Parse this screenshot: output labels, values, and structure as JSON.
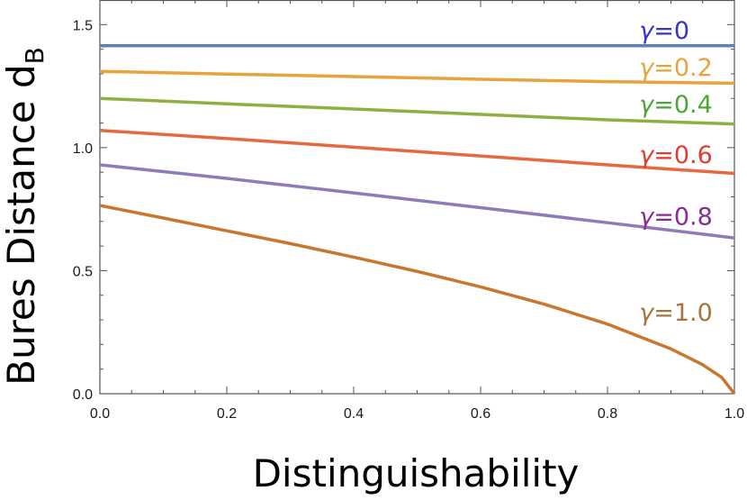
{
  "chart_data": {
    "type": "line",
    "xlabel": "Distinguishability",
    "ylabel": "Bures Distance d",
    "ylabel_sub": "B",
    "xlim": [
      0,
      1
    ],
    "ylim": [
      0,
      1.6
    ],
    "xticks": [
      0.0,
      0.2,
      0.4,
      0.6,
      0.8,
      1.0
    ],
    "xtick_labels": [
      "0.0",
      "0.2",
      "0.4",
      "0.6",
      "0.8",
      "1.0"
    ],
    "yticks": [
      0.0,
      0.5,
      1.0,
      1.5
    ],
    "ytick_labels": [
      "0.0",
      "0.5",
      "1.0",
      "1.5"
    ],
    "grid": false,
    "series": [
      {
        "name": "γ=0",
        "label_prefix": "γ",
        "label_value": "=0",
        "color": "#5b7fbf",
        "label_color": "#3535c8",
        "label_at": [
          0.85,
          1.475
        ],
        "x": [
          0.0,
          0.2,
          0.4,
          0.6,
          0.8,
          1.0
        ],
        "y": [
          1.414,
          1.414,
          1.414,
          1.414,
          1.414,
          1.414
        ]
      },
      {
        "name": "γ=0.2",
        "label_prefix": "γ",
        "label_value": "=0.2",
        "color": "#e8a33c",
        "label_color": "#e8a33c",
        "label_at": [
          0.85,
          1.325
        ],
        "x": [
          0.0,
          0.2,
          0.4,
          0.6,
          0.8,
          1.0
        ],
        "y": [
          1.31,
          1.299,
          1.289,
          1.278,
          1.268,
          1.262
        ]
      },
      {
        "name": "γ=0.4",
        "label_prefix": "γ",
        "label_value": "=0.4",
        "color": "#8fb040",
        "label_color": "#4aa832",
        "label_at": [
          0.85,
          1.175
        ],
        "x": [
          0.0,
          0.2,
          0.4,
          0.6,
          0.8,
          1.0
        ],
        "y": [
          1.2,
          1.178,
          1.157,
          1.135,
          1.113,
          1.096
        ]
      },
      {
        "name": "γ=0.6",
        "label_prefix": "γ",
        "label_value": "=0.6",
        "color": "#e5683e",
        "label_color": "#e23b2f",
        "label_at": [
          0.85,
          0.97
        ],
        "x": [
          0.0,
          0.2,
          0.4,
          0.6,
          0.8,
          1.0
        ],
        "y": [
          1.07,
          1.037,
          1.002,
          0.966,
          0.93,
          0.895
        ]
      },
      {
        "name": "γ=0.8",
        "label_prefix": "γ",
        "label_value": "=0.8",
        "color": "#8f7bb8",
        "label_color": "#8a2a96",
        "label_at": [
          0.85,
          0.72
        ],
        "x": [
          0.0,
          0.2,
          0.4,
          0.6,
          0.8,
          1.0
        ],
        "y": [
          0.93,
          0.875,
          0.816,
          0.756,
          0.695,
          0.633
        ]
      },
      {
        "name": "γ=1.0",
        "label_prefix": "γ",
        "label_value": "=1.0",
        "color": "#c9772e",
        "label_color": "#a5743f",
        "label_at": [
          0.85,
          0.33
        ],
        "x": [
          0.0,
          0.1,
          0.2,
          0.3,
          0.4,
          0.5,
          0.6,
          0.7,
          0.8,
          0.9,
          0.95,
          0.98,
          1.0
        ],
        "y": [
          0.765,
          0.714,
          0.662,
          0.61,
          0.555,
          0.497,
          0.434,
          0.364,
          0.283,
          0.182,
          0.118,
          0.066,
          0.0
        ]
      }
    ]
  }
}
